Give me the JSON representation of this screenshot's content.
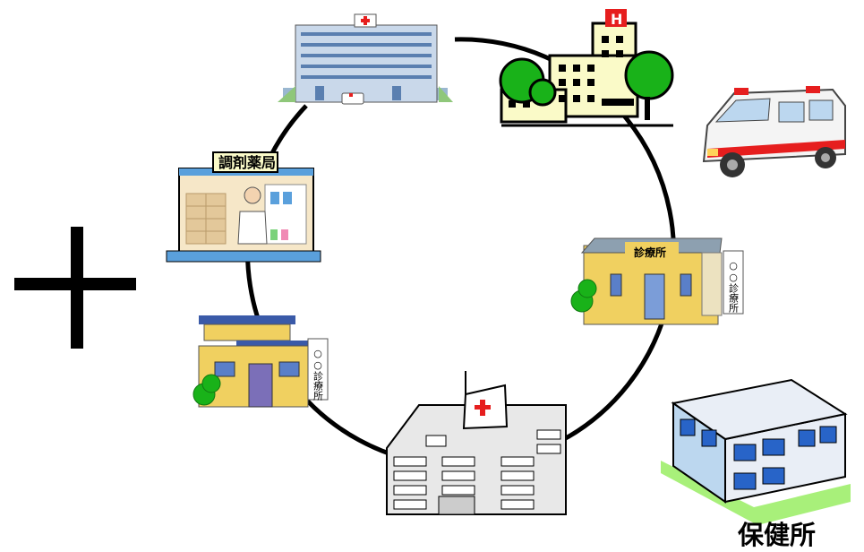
{
  "labels": {
    "pharmacy_sign": "調剤薬局",
    "clinic_sign_front": "診療所",
    "clinic_sign_board": "○○診療所",
    "health_center_caption": "保健所"
  },
  "colors": {
    "circle": "#000000",
    "tree_green": "#19b219",
    "hospital_cream": "#fafac8",
    "clinic_wall": "#f0d060",
    "clinic_roof": "#3a5aa8",
    "health_center_blue": "#2864c8",
    "lawn": "#a8f07a",
    "cross_red": "#e61e1e",
    "pharmacy_frame": "#5aa0dc"
  },
  "icons": [
    "plus-sign",
    "large-hospital",
    "general-hospital-with-trees",
    "ambulance",
    "pharmacy",
    "clinic",
    "clinic-small",
    "medical-complex",
    "health-center"
  ]
}
